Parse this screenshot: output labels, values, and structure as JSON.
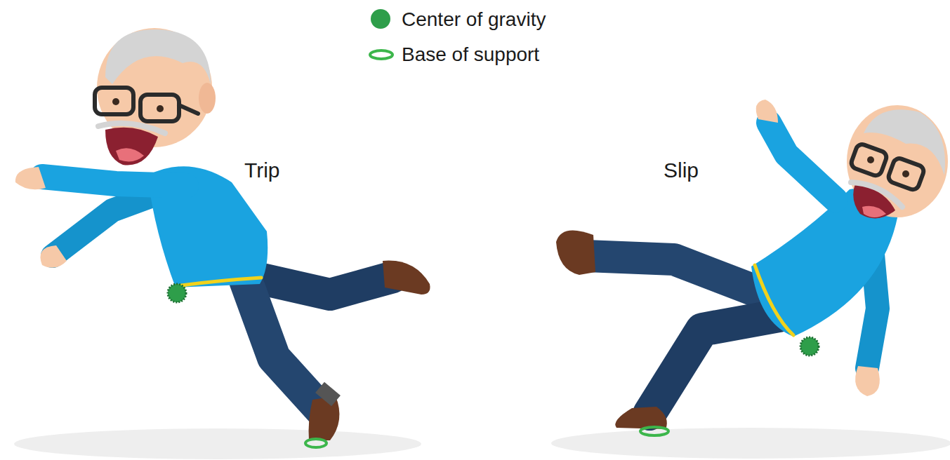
{
  "diagram": {
    "labels": [
      "Trip",
      "Slip"
    ],
    "legend": [
      {
        "text": "Center of gravity",
        "color": "#2e9e4a"
      },
      {
        "text": "Base of support"
      }
    ]
  }
}
